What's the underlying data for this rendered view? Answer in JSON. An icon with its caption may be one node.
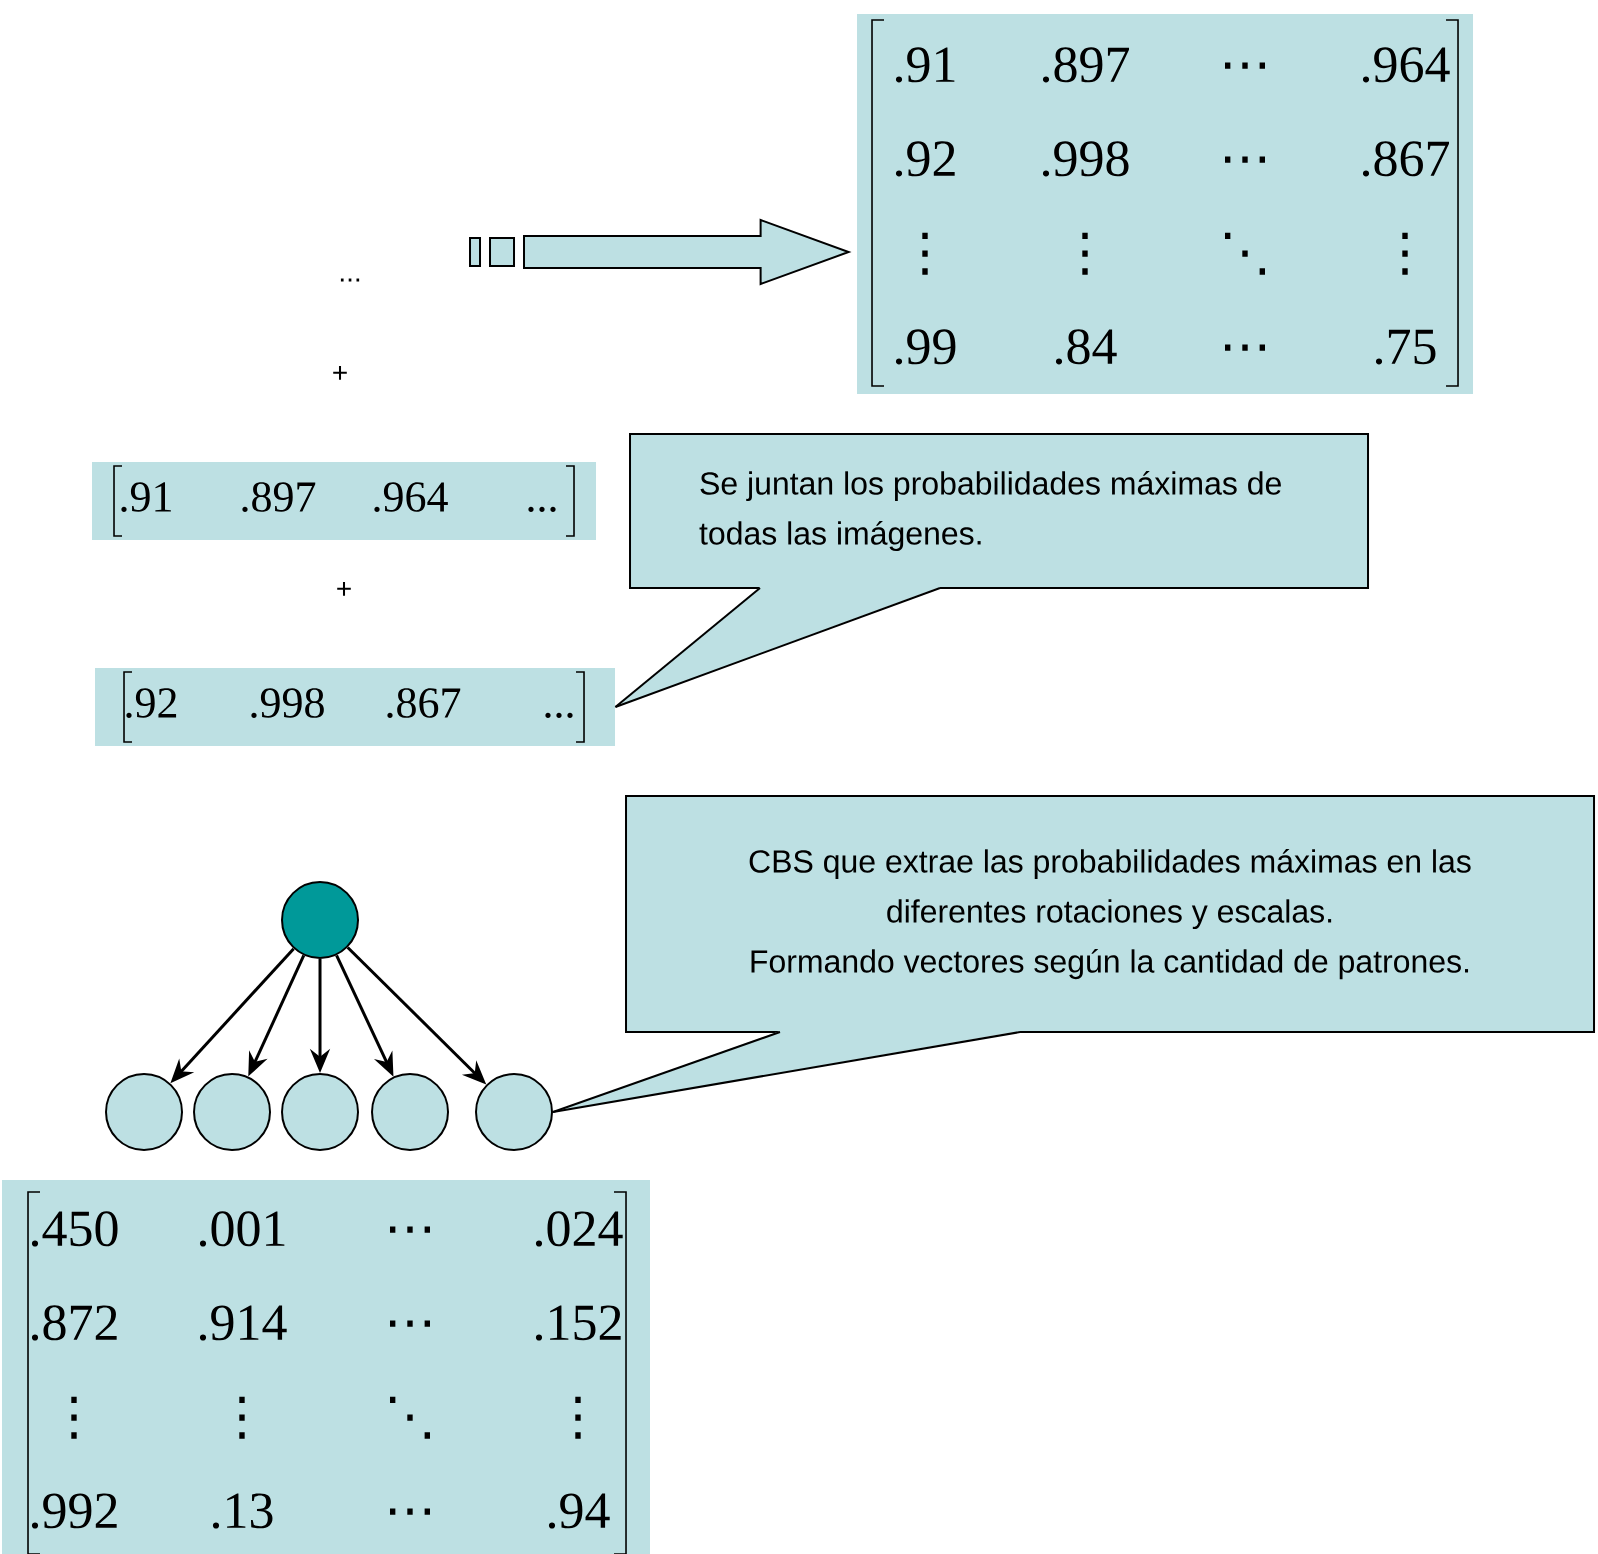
{
  "diagram": {
    "nodes": [
      {
        "text": [
          ".91",
          ".897",
          "⋯",
          ".964",
          ".92",
          ".998",
          "⋯",
          ".867",
          "⋮",
          "⋮",
          "⋱",
          "⋮",
          ".99",
          ".84",
          "⋯",
          ".75"
        ]
      },
      {
        "text": [
          ".91",
          ".897",
          ".964",
          "..."
        ]
      },
      {
        "text": [
          ".92",
          ".998",
          ".867",
          "..."
        ]
      },
      {
        "text": [
          "Se juntan los probabilidades máximas de todas las imágenes."
        ]
      },
      {
        "text": [
          "CBS que extrae las probabilidades máximas en las diferentes rotaciones y escalas.",
          "Formando vectores según la cantidad de patrones."
        ]
      },
      {
        "text": [],
        "shape": "circle"
      },
      {
        "text": [],
        "shape": "circle"
      },
      {
        "text": [],
        "shape": "circle"
      },
      {
        "text": [],
        "shape": "circle"
      },
      {
        "text": [],
        "shape": "circle"
      },
      {
        "text": [],
        "shape": "circle"
      },
      {
        "text": [
          ".450",
          ".001",
          "⋯",
          ".024",
          ".872",
          ".914",
          "⋯",
          ".152",
          "⋮",
          "⋮",
          "⋱",
          "⋮",
          ".992",
          ".13",
          "⋯",
          ".94"
        ]
      }
    ],
    "edges": [
      {
        "from": null,
        "to": 0,
        "arrow": "to"
      },
      {
        "from": 3,
        "to": 2,
        "arrow": "none"
      },
      {
        "from": 4,
        "to": 10,
        "arrow": "none"
      },
      {
        "from": 5,
        "to": 6,
        "arrow": "to"
      },
      {
        "from": 5,
        "to": 7,
        "arrow": "to"
      },
      {
        "from": 5,
        "to": 8,
        "arrow": "to"
      },
      {
        "from": 5,
        "to": 9,
        "arrow": "to"
      },
      {
        "from": 5,
        "to": 10,
        "arrow": "to"
      }
    ],
    "labels": [
      "...",
      "+",
      "+"
    ]
  }
}
